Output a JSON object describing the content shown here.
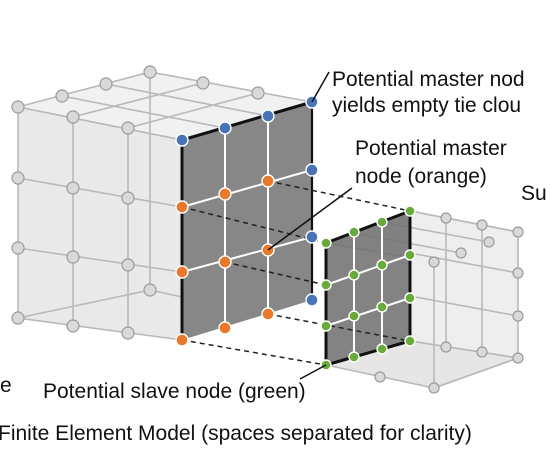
{
  "labels": {
    "master_nodes_empty_line1": "Potential master nod",
    "master_nodes_empty_line2": "yields empty tie clou",
    "master_orange_line1": "Potential master",
    "master_orange_line2": "node (orange)",
    "right_partial": "Su",
    "left_partial": "e",
    "slave_green": "Potential slave node (green)",
    "caption": "Finite Element Model (spaces separated for clarity)"
  },
  "colors": {
    "master_empty_node": "#4a73b5",
    "master_orange_node": "#e8782a",
    "slave_green_node": "#6aaa3a",
    "face_fill": "#6d6d6d",
    "mesh_gray": "#b9b9b9"
  }
}
